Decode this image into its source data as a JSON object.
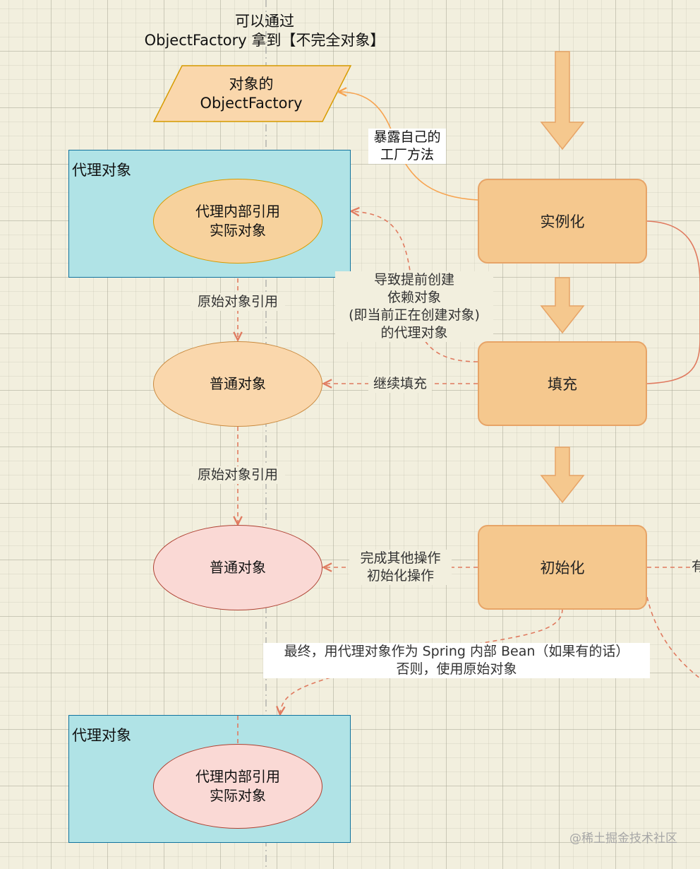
{
  "top_note": "可以通过\nObjectFactory 拿到【不完全对象】",
  "factory_node": "对象的\nObjectFactory",
  "expose_label": "暴露自己的\n工厂方法",
  "proxy_container_top": {
    "title": "代理对象",
    "inner": "代理内部引用\n实际对象"
  },
  "proxy_container_bottom": {
    "title": "代理对象",
    "inner": "代理内部引用\n实际对象"
  },
  "raw_ref_label_1": "原始对象引用",
  "raw_ref_label_2": "原始对象引用",
  "normal_object_1": "普通对象",
  "normal_object_2": "普通对象",
  "early_proxy_label": "导致提前创建\n依赖对象\n(即当前正在创建对象)\n的代理对象",
  "continue_fill_label": "继续填充",
  "finish_label": "完成其他操作\n初始化操作",
  "final_label": "最终，用代理对象作为 Spring 内部 Bean（如果有的话）\n否则，使用原始对象",
  "steps": {
    "instantiate": "实例化",
    "populate": "填充",
    "initialize": "初始化"
  },
  "edge_text_cut": "有",
  "watermark": "@稀土掘金技术社区",
  "colors": {
    "canvas": "#f2efde",
    "container_fill": "#b0e3e6",
    "container_stroke": "#10739e",
    "orange_fill": "#fad7ac",
    "pink_fill": "#fad9d5",
    "process_fill": "#f5c88e",
    "dashed_edge": "#e07a5f",
    "solid_edge_orange": "#f7a34f"
  }
}
